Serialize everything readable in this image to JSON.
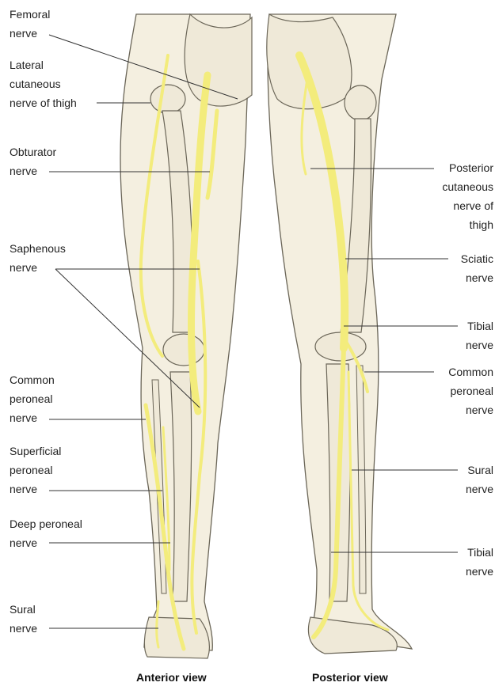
{
  "labels": {
    "femoral": [
      "Femoral",
      "nerve"
    ],
    "lateral_cutaneous": [
      "Lateral",
      "cutaneous",
      "nerve of thigh"
    ],
    "obturator": [
      "Obturator",
      "nerve"
    ],
    "saphenous": [
      "Saphenous",
      "nerve"
    ],
    "common_peroneal_anterior": [
      "Common",
      "peroneal",
      "nerve"
    ],
    "superficial_peroneal": [
      "Superficial",
      "peroneal",
      "nerve"
    ],
    "deep_peroneal": [
      "Deep peroneal",
      "nerve"
    ],
    "sural_anterior": [
      "Sural",
      "nerve"
    ],
    "posterior_cutaneous": [
      "Posterior",
      "cutaneous",
      "nerve of",
      "thigh"
    ],
    "sciatic": [
      "Sciatic",
      "nerve"
    ],
    "tibial_upper": [
      "Tibial",
      "nerve"
    ],
    "common_peroneal_posterior": [
      "Common",
      "peroneal",
      "nerve"
    ],
    "sural_posterior": [
      "Sural",
      "nerve"
    ],
    "tibial_lower": [
      "Tibial",
      "nerve"
    ]
  },
  "captions": {
    "anterior": "Anterior view",
    "posterior": "Posterior view"
  },
  "colors": {
    "nerve": "#f3ec7c",
    "nerve_edge": "#d9cf52",
    "skin": "#f4efe0",
    "bone": "#efe9d8",
    "outline": "#6b6658",
    "leader": "#333333"
  }
}
